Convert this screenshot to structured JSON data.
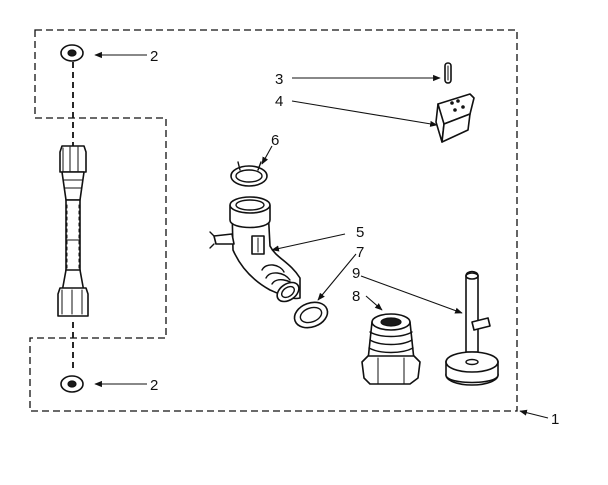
{
  "diagram": {
    "callouts": {
      "c1": "1",
      "c2a": "2",
      "c2b": "2",
      "c3": "3",
      "c4": "4",
      "c5": "5",
      "c6": "6",
      "c7": "7",
      "c8": "8",
      "c9": "9"
    }
  }
}
